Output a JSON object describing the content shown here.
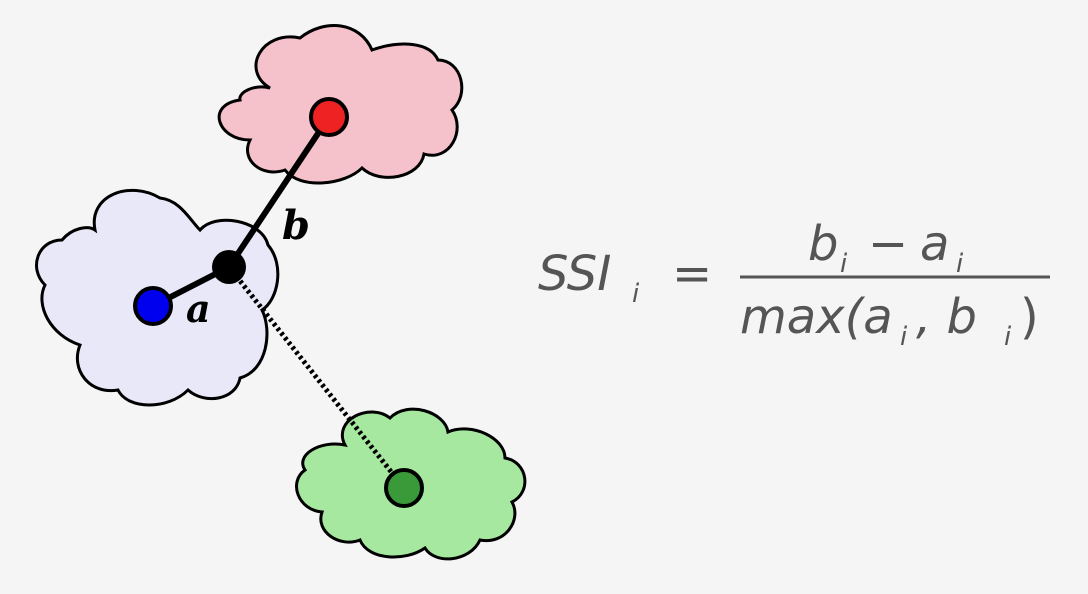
{
  "colors": {
    "background": "#f5f5f5",
    "cluster_a_fill": "#e8e8f8",
    "cluster_b_fill": "#f5c2cb",
    "cluster_c_fill": "#a6e8a0",
    "point_i": "#0000ee",
    "point_b": "#ee2222",
    "point_c": "#3a9a3a",
    "centroid": "#000000",
    "formula_text": "#555555"
  },
  "labels": {
    "distance_a": "a",
    "distance_b": "b"
  },
  "formula": {
    "lhs": "SSI",
    "lhs_subscript": "i",
    "equals": "=",
    "numerator_b": "b",
    "numerator_b_subscript": "i",
    "minus": "−",
    "numerator_a": "a",
    "numerator_a_subscript": "i",
    "denominator_prefix": "max(a",
    "denominator_a_subscript": "i",
    "denominator_comma": ", b",
    "denominator_b_subscript": "i",
    "denominator_suffix": ")"
  }
}
